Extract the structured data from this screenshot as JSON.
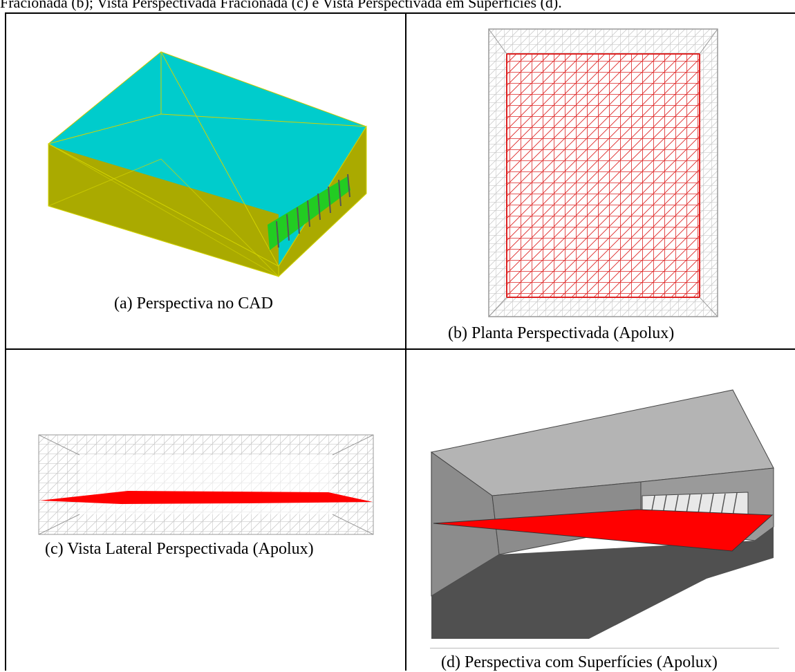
{
  "caption_top": "Fracionada (b); Vista Perspectivada Fracionada (c) e Vista Perspectivada em Superfícies (d).",
  "panels": {
    "a": {
      "caption": "(a) Perspectiva no CAD"
    },
    "b": {
      "caption": "(b) Planta Perspectivada (Apolux)"
    },
    "c": {
      "caption": "(c) Vista Lateral Perspectivada (Apolux)"
    },
    "d": {
      "caption": "(d) Perspectiva com Superfícies (Apolux)"
    }
  },
  "colors": {
    "cad_top": "#00CCCC",
    "cad_side": "#AAAA00",
    "cad_window": "#22CC22",
    "mesh_red": "#DD2222",
    "mesh_gray": "#AAAAAA",
    "plane_red": "#FF0000",
    "surface_light": "#B4B4B4",
    "surface_mid": "#8C8C8C",
    "surface_dark": "#505050"
  }
}
